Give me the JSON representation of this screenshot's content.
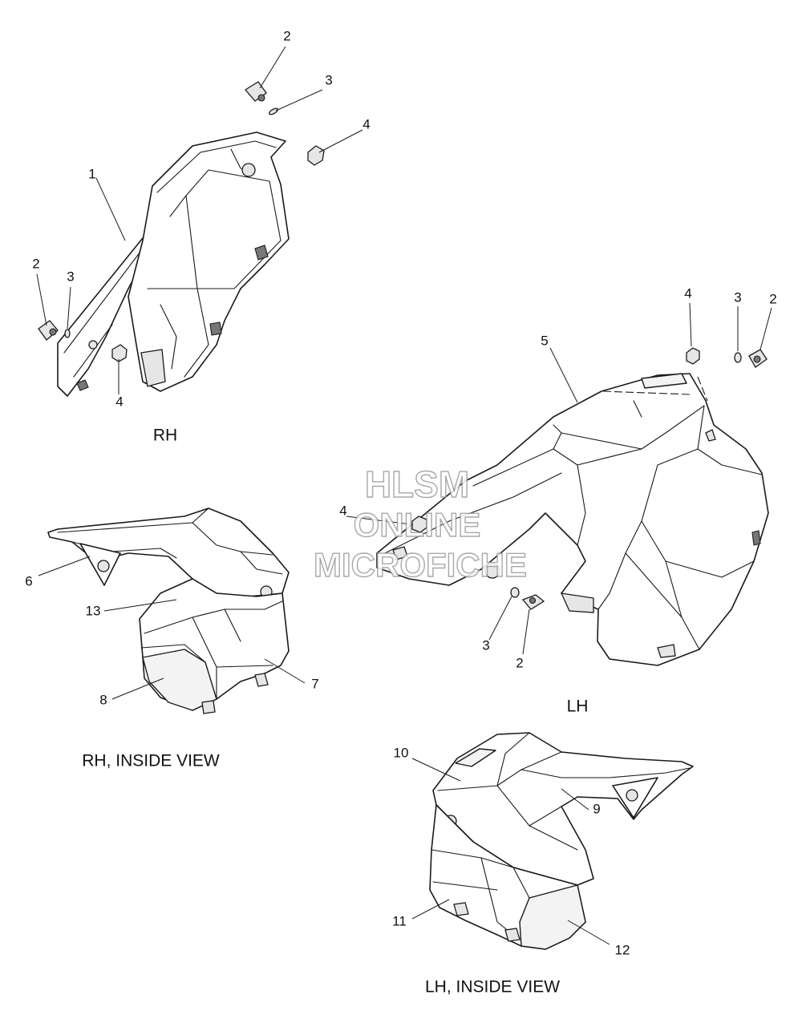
{
  "view_labels": {
    "rh": "RH",
    "lh": "LH",
    "rh_inside": "RH, INSIDE VIEW",
    "lh_inside": "LH, INSIDE VIEW"
  },
  "watermark": {
    "line1": "HLSM",
    "line2": "ONLINE",
    "line3": "MICROFICHE"
  },
  "callouts": {
    "rh_top_2": "2",
    "rh_top_3": "3",
    "rh_top_4": "4",
    "rh_1": "1",
    "rh_left_2": "2",
    "rh_left_3": "3",
    "rh_bottom_4": "4",
    "lh_4_top": "4",
    "lh_3_top": "3",
    "lh_2_top": "2",
    "lh_5": "5",
    "lh_4_mid": "4",
    "lh_3_bottom": "3",
    "lh_2_bottom": "2",
    "rhi_6": "6",
    "rhi_13": "13",
    "rhi_7": "7",
    "rhi_8": "8",
    "lhi_10": "10",
    "lhi_9": "9",
    "lhi_11": "11",
    "lhi_12": "12"
  }
}
